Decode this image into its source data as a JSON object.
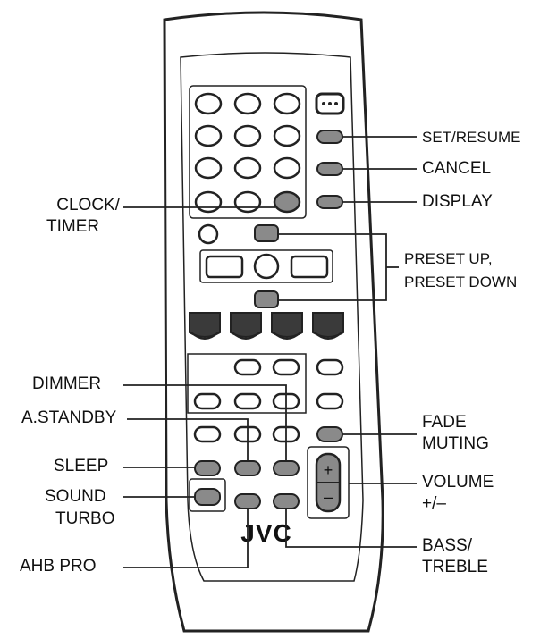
{
  "brand": "JVC",
  "callouts": {
    "set_resume": "SET/RESUME",
    "cancel": "CANCEL",
    "display": "DISPLAY",
    "clock_timer": [
      "CLOCK/",
      "TIMER"
    ],
    "preset": [
      "PRESET UP,",
      "PRESET DOWN"
    ],
    "dimmer": "DIMMER",
    "a_standby": "A.STANDBY",
    "fade_muting": [
      "FADE",
      "MUTING"
    ],
    "sleep": "SLEEP",
    "volume": [
      "VOLUME",
      "+/–"
    ],
    "sound_turbo": [
      "SOUND",
      "TURBO"
    ],
    "bass_treble": [
      "BASS/",
      "TREBLE"
    ],
    "ahb_pro": "AHB PRO"
  },
  "volume_key": {
    "plus": "+",
    "minus": "–"
  },
  "colors": {
    "line": "#222222",
    "key_fill": "#ffffff",
    "key_grey": "#8a8a8a",
    "key_dark": "#3a3a3a",
    "body": "#ffffff"
  }
}
